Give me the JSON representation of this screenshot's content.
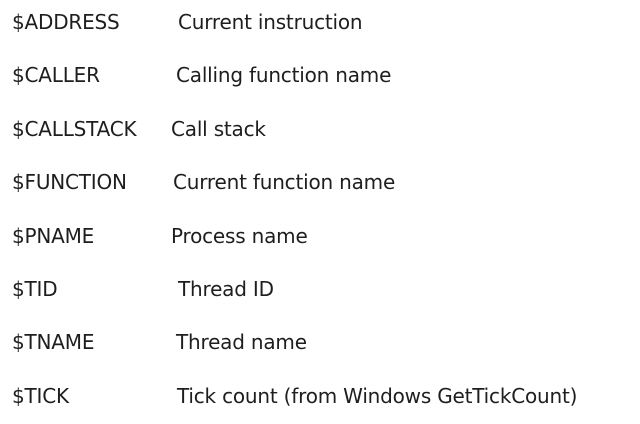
{
  "keywords": [
    {
      "name": "$ADDRESS",
      "description": "Current instruction"
    },
    {
      "name": "$CALLER",
      "description": "Calling function name"
    },
    {
      "name": "$CALLSTACK",
      "description": "Call stack"
    },
    {
      "name": "$FUNCTION",
      "description": "Current function name"
    },
    {
      "name": "$PNAME",
      "description": "Process name"
    },
    {
      "name": "$TID",
      "description": "Thread ID"
    },
    {
      "name": "$TNAME",
      "description": "Thread name"
    },
    {
      "name": "$TICK",
      "description": "Tick count (from Windows GetTickCount)"
    }
  ]
}
